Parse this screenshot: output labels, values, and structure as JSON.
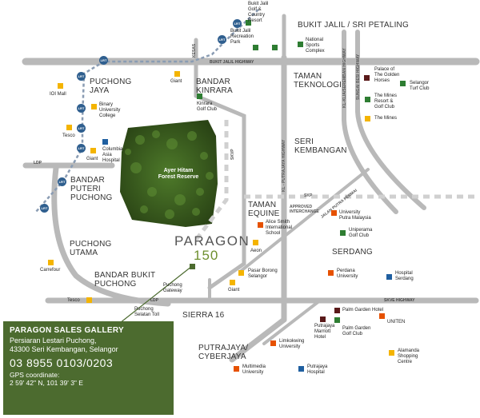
{
  "areas": {
    "bukit_jalil_sri_petaling": "BUKIT JALIL / SRI PETALING",
    "puchong_jaya": "PUCHONG\nJAYA",
    "bandar_kinrara": "BANDAR\nKINRARA",
    "taman_teknologi": "TAMAN\nTEKNOLOGI",
    "seri_kembangan": "SERI\nKEMBANGAN",
    "bandar_puteri_puchong": "BANDAR\nPUTERI\nPUCHONG",
    "taman_equine": "TAMAN\nEQUINE",
    "puchong_utama": "PUCHONG\nUTAMA",
    "serdang": "SERDANG",
    "bandar_bukit_puchong": "BANDAR BUKIT\nPUCHONG",
    "sierra_16": "SIERRA 16",
    "putrajaya_cyberjaya": "PUTRAJAYA/\nCYBERJAYA"
  },
  "highways": {
    "bukit_jalil_highway": "BUKIT JALIL HIGHWAY",
    "kesas": "KESAS",
    "ldp_top": "LDP",
    "skvp": "SKVP",
    "kl_putrajaya": "KL - PUTRAJAYA HIGHWAY",
    "skp": "SKP",
    "approved_interchange": "APPROVED\nINTERCHANGE",
    "jalan_putra_permai": "JALAN PUTRA PERMAI",
    "ldp_bottom": "LDP",
    "skve": "SKVE HIGHWAY",
    "klia": "KL-KLIA/SEREMBAN HIGHWAY",
    "sungai_besi": "SUNGAI BESI HIGHWAY"
  },
  "lrt_label": "LRT",
  "pois": {
    "bukit_jalil_golf": "Bukit Jalil\nGolf &\nCountry\nResort",
    "bukit_jalil_rec": "Bukit Jalil\nRecreation\nPark",
    "national_sports": "National\nSports\nComplex",
    "palace_golden_horses": "Palace of\nThe Golden\nHorses",
    "selangor_turf": "Selangor\nTurf Club",
    "mines_resort": "The Mines\nResort &\nGolf Club",
    "the_mines": "The Mines",
    "ioi_mall": "IOI Mall",
    "giant_kinrara": "Giant",
    "kinrara_golf": "Kinrara\nGolf Club",
    "binary_college": "Binary\nUniversity\nCollege",
    "tesco_top": "Tesco",
    "columbia_hospital": "Columbia\nAsia\nHospital",
    "giant_puchong": "Giant",
    "forest": "Ayer Hitam\nForest Reserve",
    "upm": "University\nPutra Malaysia",
    "alice_smith": "Alice Smith\nInternational\nSchool",
    "uniperama_golf": "Uniperama\nGolf Club",
    "aeon": "Aeon",
    "carrefour": "Carrefour",
    "perdana": "Perdana\nUniversity",
    "hospital_serdang": "Hospital\nSerdang",
    "pasar_borong": "Pasar Borong\nSelangor",
    "giant_serdang": "Giant",
    "puchong_gateway": "Puchong\nGateway",
    "tesco_bottom": "Tesco",
    "puchong_selatan_toll": "Puchong\nSelatan Toll",
    "palm_garden_hotel": "Palm Garden Hotel",
    "uniten": "UNITEN",
    "putrajaya_marriott": "Putrajaya\nMarriott\nHotel",
    "palm_garden_golf": "Palm Garden\nGolf Club",
    "limkokwing": "Limkokwing\nUniversity",
    "alamanda": "Alamanda\nShopping\nCentre",
    "multimedia_univ": "Multimedia\nUniversity",
    "putrajaya_hospital": "Putrajaya\nHospital"
  },
  "paragon": {
    "name": "PARAGON",
    "number": "150"
  },
  "sales_gallery": {
    "title": "PARAGON SALES GALLERY",
    "address_1": "Persiaran Lestari Puchong,",
    "address_2": "43300 Seri Kembangan, Selangor",
    "phone": "03 8955 0103/0203",
    "gps_label": "GPS coordinate:",
    "gps_value": "2 59' 42\" N, 101 39' 3\" E"
  },
  "colors": {
    "road": "#b8b8b8",
    "road_light": "#d4d4d4",
    "lrt": "#2f5f8f",
    "forest": "#3a5a20",
    "green_poi": "#2e7d32",
    "orange_poi": "#e65100",
    "yellow_poi": "#f4b400",
    "blue_poi": "#1f5fa0",
    "maroon_poi": "#5a1a1a",
    "sales_bg": "#4c6b2f"
  }
}
